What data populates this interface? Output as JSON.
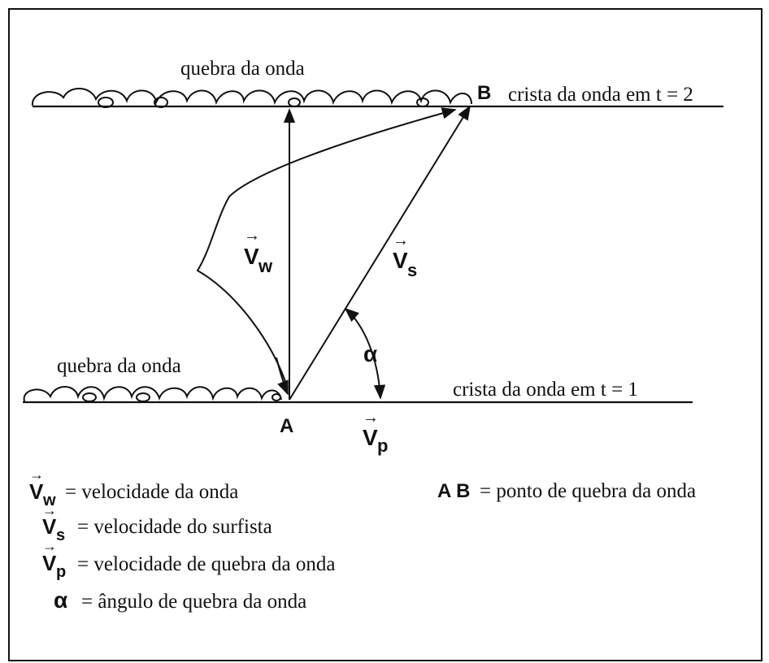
{
  "diagram": {
    "top_break_label": "quebra da onda",
    "bottom_break_label": "quebra da onda",
    "crest_t2_label": "crista da onda em t = 2",
    "crest_t1_label": "crista da onda em t = 1",
    "point_a": "A",
    "point_b": "B",
    "alpha_symbol": "α",
    "vw": {
      "base": "V",
      "sub": "w"
    },
    "vs": {
      "base": "V",
      "sub": "s"
    },
    "vp": {
      "base": "V",
      "sub": "p"
    },
    "arrow_over": "→"
  },
  "legend": {
    "items": [
      {
        "symbol_base": "V",
        "symbol_sub": "w",
        "text": "= velocidade da onda"
      },
      {
        "symbol_base": "V",
        "symbol_sub": "s",
        "text": "= velocidade do surfista"
      },
      {
        "symbol_base": "V",
        "symbol_sub": "p",
        "text": "= velocidade de quebra da onda"
      },
      {
        "symbol_base": "α",
        "symbol_sub": "",
        "text": "= ângulo de quebra da onda"
      }
    ],
    "ab_symbol": "A B",
    "ab_text": "= ponto de quebra da onda"
  },
  "colors": {
    "ink": "#111111",
    "background": "#ffffff"
  }
}
